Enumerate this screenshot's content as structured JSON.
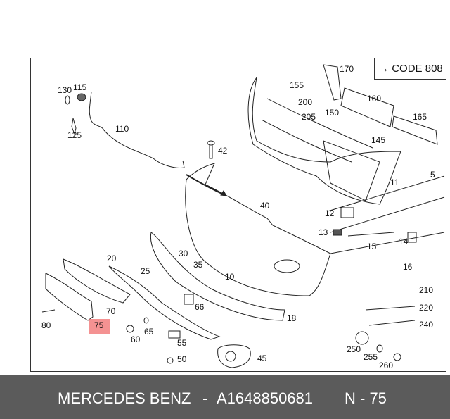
{
  "diagram": {
    "code_ref": {
      "arrow": "→",
      "label": "CODE 808"
    },
    "highlighted_part": "75",
    "highlight_color": "#f06e6e",
    "part_labels": [
      "130",
      "115",
      "125",
      "110",
      "42",
      "155",
      "200",
      "205",
      "170",
      "160",
      "150",
      "165",
      "145",
      "5",
      "11",
      "40",
      "12",
      "13",
      "15",
      "14",
      "16",
      "210",
      "220",
      "240",
      "250",
      "255",
      "260",
      "45",
      "18",
      "10",
      "30",
      "35",
      "20",
      "25",
      "66",
      "70",
      "75",
      "80",
      "65",
      "60",
      "55",
      "50"
    ]
  },
  "footer": {
    "brand": "MERCEDES BENZ",
    "separator": "-",
    "part_number": "A1648850681",
    "position_label": "N - 75"
  }
}
